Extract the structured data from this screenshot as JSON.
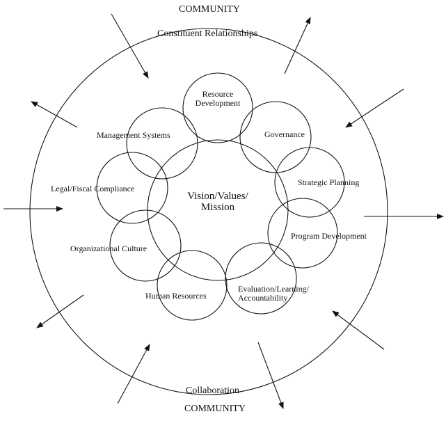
{
  "top": {
    "community": "COMMUNITY",
    "relationships": "Constituent Relationships"
  },
  "bottom": {
    "collaboration": "Collaboration",
    "community": "COMMUNITY"
  },
  "center": {
    "line1": "Vision/Values/",
    "line2": "Mission"
  },
  "nodes": {
    "resource_development": {
      "line1": "Resource",
      "line2": "Development"
    },
    "governance": "Governance",
    "strategic_planning": "Strategic Planning",
    "program_development": "Program Development",
    "evaluation": {
      "line1": "Evaluation/Learning/",
      "line2": "Accountability"
    },
    "human_resources": "Human Resources",
    "organizational_culture": "Organizational Culture",
    "legal_fiscal": "Legal/Fiscal Compliance",
    "management_systems": "Management Systems"
  }
}
